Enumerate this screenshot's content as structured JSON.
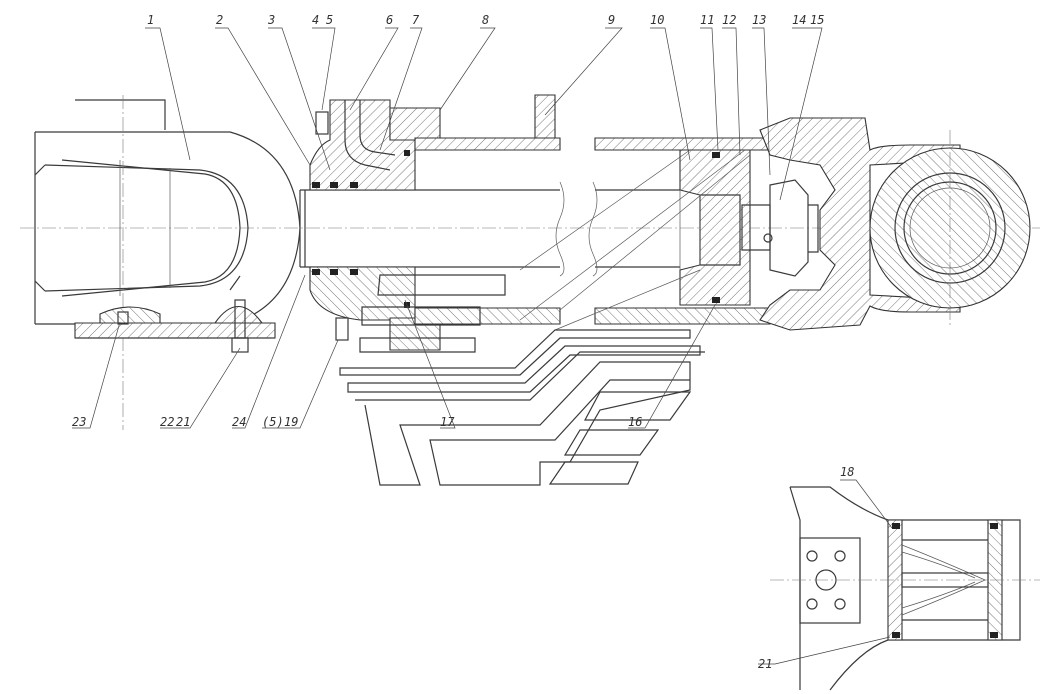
{
  "labels": {
    "top": [
      "1",
      "2",
      "3",
      "4",
      "5",
      "6",
      "7",
      "8",
      "9",
      "10",
      "11",
      "12",
      "13",
      "14",
      "15"
    ],
    "bottom": [
      "23",
      "22",
      "21",
      "24",
      "(5)",
      "19",
      "17",
      "16"
    ],
    "detail": [
      "18",
      "21"
    ]
  },
  "colors": {
    "line": "#3a3a3a",
    "background": "#ffffff"
  }
}
